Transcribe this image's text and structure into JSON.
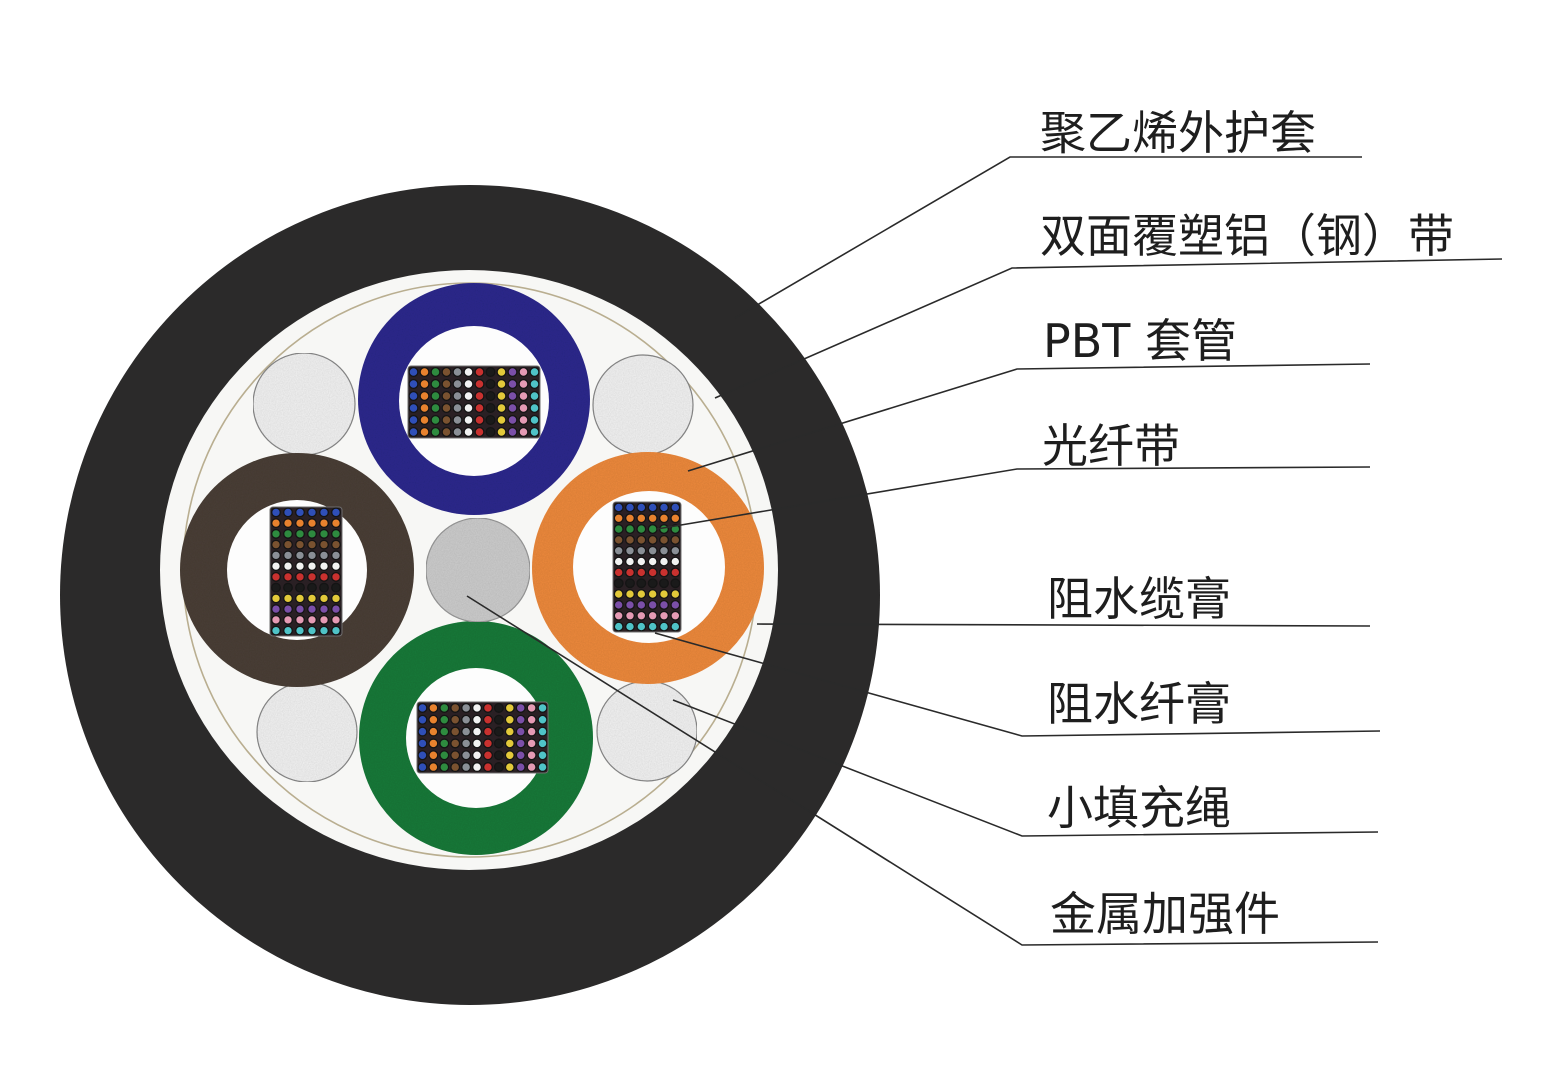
{
  "labels": {
    "outer_sheath": "聚乙烯外护套",
    "armor_tape": "双面覆塑铝（钢）带",
    "pbt_tube": "PBT 套管",
    "fiber_ribbon": "光纤带",
    "cable_gel": "阻水缆膏",
    "fiber_gel": "阻水纤膏",
    "filler_rope": "小填充绳",
    "strength_member": "金属加强件"
  },
  "colors": {
    "sheath": "#2b2a2a",
    "cable_gel": "#f7f7f5",
    "armor_line": "#b9ae90",
    "tube_blue": "#2f2b8e",
    "tube_brown": "#4b4037",
    "tube_orange": "#ee8a3e",
    "tube_green": "#1e7a3b",
    "fiber_gel": "#fdfdfd",
    "filler": "#f3f3f3",
    "filler_outline": "#8a8a8a",
    "strength_member": "#cdcdcd"
  },
  "fiber_colors": [
    "#2f4fb8",
    "#e8822e",
    "#2e8b3f",
    "#7a5230",
    "#8a8f96",
    "#f2f2f2",
    "#c9312f",
    "#1a1a1a",
    "#e3c93a",
    "#7b4fa8",
    "#e59ab4",
    "#4fc3c7"
  ]
}
